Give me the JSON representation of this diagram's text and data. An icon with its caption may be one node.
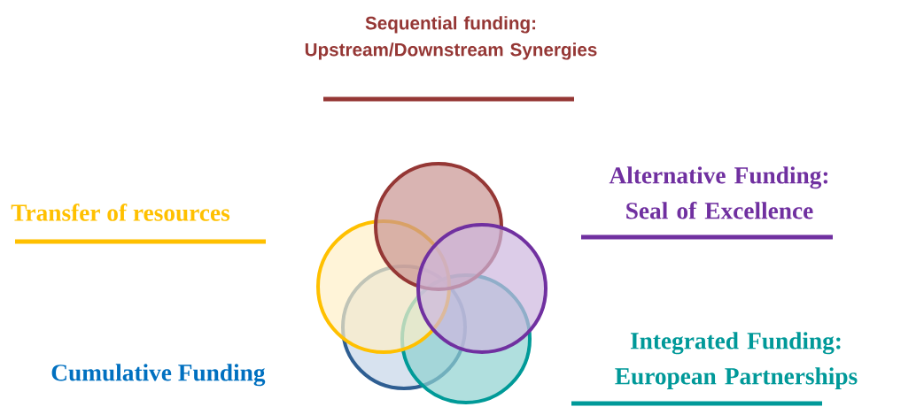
{
  "diagram": {
    "nodes": [
      {
        "text": [],
        "shape": "circle"
      },
      {
        "text": [],
        "shape": "circle"
      },
      {
        "text": [],
        "shape": "circle"
      },
      {
        "text": [],
        "shape": "circle"
      },
      {
        "text": [],
        "shape": "circle"
      }
    ],
    "labels": [
      "Sequential funding: Upstream/Downstream Synergies",
      "Alternative Funding: Seal of Excellence",
      "Transfer of resources",
      "Integrated Funding: European Partnerships",
      "Cumulative Funding"
    ]
  }
}
